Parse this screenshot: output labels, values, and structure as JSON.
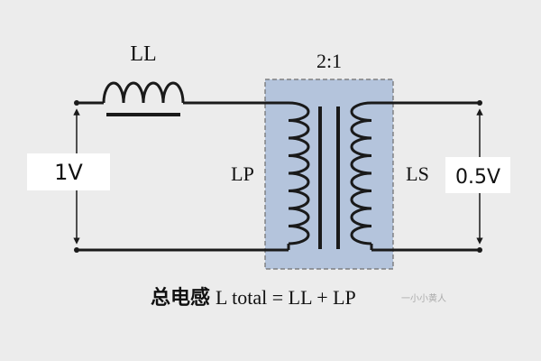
{
  "labels": {
    "ll": "LL",
    "ratio": "2:1",
    "lp": "LP",
    "ls": "LS",
    "v_in": "1V",
    "v_out": "0.5V",
    "formula_cn": "总电感",
    "formula": "L total = LL + LP",
    "watermark": "一小小黄人"
  },
  "colors": {
    "background": "#ececec",
    "wire": "#1a1a1a",
    "core_box_fill": "#b4c4dc",
    "core_box_border": "#6e6e6e",
    "label_box": "#ffffff"
  }
}
